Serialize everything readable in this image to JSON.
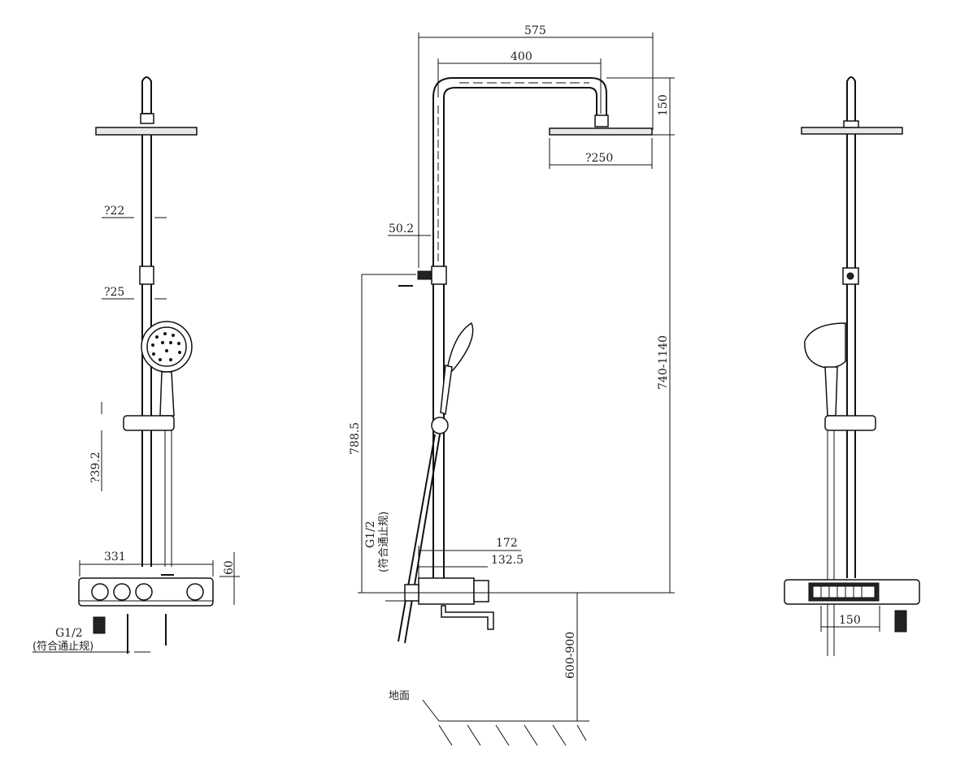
{
  "front_view": {
    "pipe_dia_label": "?22",
    "connector_dia_label": "?25",
    "slider_offset_label": "?39.2",
    "panel_width_label": "331",
    "panel_height_label": "60",
    "inlet_label": "G1/2",
    "inlet_note": "(符合通止规)"
  },
  "side_view": {
    "total_width_label": "575",
    "arm_length_label": "400",
    "head_drop_label": "150",
    "head_dia_label": "?250",
    "wall_offset_label": "50.2",
    "height_range_label": "740-1140",
    "outlet_height_label": "788.5",
    "inlet_label": "G1/2",
    "inlet_note": "(符合通止规)",
    "panel_depth_label": "172",
    "panel_inner_depth_label": "132.5",
    "floor_height_label": "600-900",
    "floor_label": "地面"
  },
  "back_view": {
    "spacing_label": "150"
  }
}
